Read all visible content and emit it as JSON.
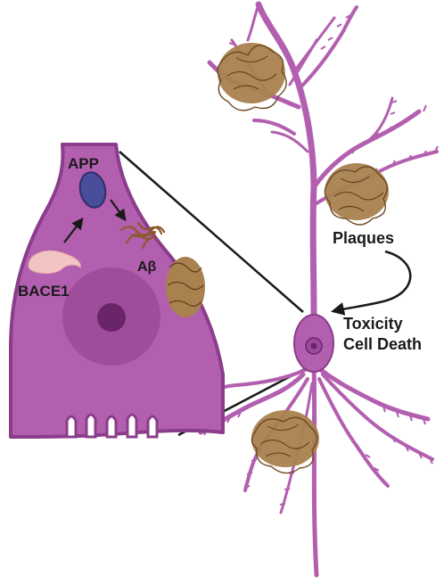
{
  "labels": {
    "app": "APP",
    "abeta": "Aβ",
    "bace1": "BACE1",
    "plaques": "Plaques",
    "toxicity": "Toxicity",
    "cell_death": "Cell Death"
  },
  "colors": {
    "cell_fill": "#b35fb0",
    "cell_outline": "#8a3d8a",
    "nucleus": "#9a4a98",
    "nucleolus": "#6a2569",
    "app_vesicle": "#4a4d9a",
    "bace1": "#f2c4c4",
    "plaque": "#9b7040",
    "abeta_fiber": "#8b5a2b",
    "neuron": "#b35fb0",
    "arrow": "#1a1a1a"
  }
}
